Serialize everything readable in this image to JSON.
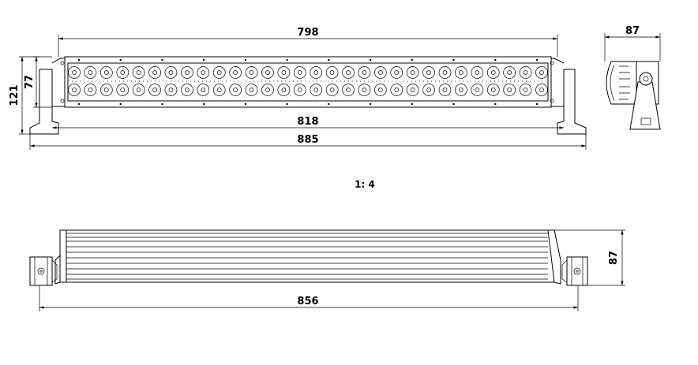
{
  "drawing": {
    "scale": "1: 4",
    "dimensions": {
      "housing_length": "798",
      "inner_length": "818",
      "overall_length": "885",
      "overall_height": "121",
      "body_height": "77",
      "side_depth": "87",
      "bottom_length": "856",
      "bottom_depth": "87"
    },
    "led_grid": {
      "rows": 2,
      "columns": 30
    }
  }
}
